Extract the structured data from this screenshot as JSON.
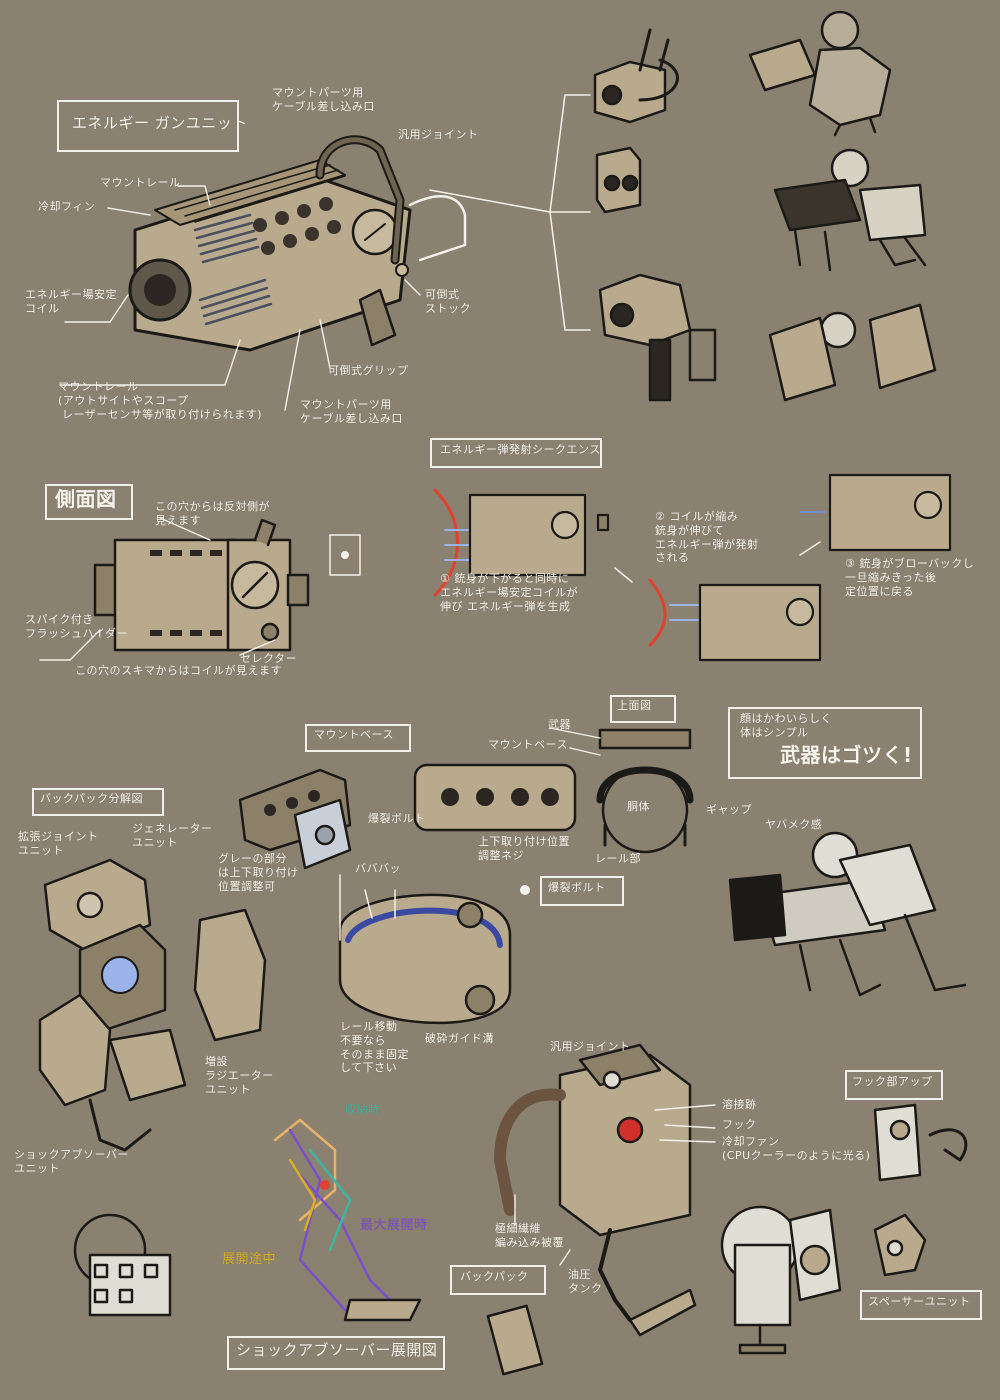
{
  "colors": {
    "paper": "#8b8170",
    "chalk": "#f4f1ea",
    "ink": "#1c1a17",
    "metal": "#b9a98d",
    "metal_dark": "#6f6450",
    "red": "#e0422d",
    "blue": "#9bb3e8",
    "teal": "#3fb5a0",
    "purple": "#7b4fc9",
    "yellow": "#d9b020"
  },
  "gun": {
    "title": "エネルギー ガンユニット",
    "mount_parts_cable_top": "マウントパーツ用\nケーブル差し込み口",
    "universal_joint": "汎用ジョイント",
    "mount_rail": "マウントレール",
    "cooling_fin": "冷却フィン",
    "stabilizer_coil": "エネルギー場安定\nコイル",
    "folding_stock": "可倒式\nストック",
    "folding_grip": "可倒式グリップ",
    "mount_rail_bottom": "マウントレール\n(アウトサイトやスコープ\n レーザーセンサ等が取り付けられます)",
    "mount_parts_cable_bottom": "マウントパーツ用\nケーブル差し込み口"
  },
  "side_view": {
    "title": "側面図",
    "note_hole": "この穴からは反対側が\n見えます",
    "flash_hider": "スパイク付き\nフラッシュハイダー",
    "selector": "セレクター",
    "note_gap": "この穴のスキマからはコイルが見えます"
  },
  "sequence": {
    "title": "エネルギー弾発射シークエンス",
    "step1": "① 銃身が下がると同時に\nエネルギー場安定コイルが\n伸び エネルギー弾を生成",
    "step2": "② コイルが縮み\n銃身が伸びて\nエネルギー弾が発射\nされる",
    "step3": "③ 銃身がブローバックし\n一旦縮みきった後\n定位置に戻る"
  },
  "mount_base": {
    "title": "マウントベース",
    "explosive_bolt": "爆裂ボルト",
    "gray_part": "グレーの部分\nは上下取り付け\n位置調整可",
    "adjust_screw": "上下取り付け位置\n調整ネジ",
    "sfx": "バババッ",
    "rail_move": "レール移動\n不要なら\nそのまま固定\nして下さい",
    "breaker_guide": "破砕ガイド溝",
    "explosive_bolt_2": "爆裂ボルト"
  },
  "top_view": {
    "title": "上面図",
    "weapon": "武器",
    "mount_base": "マウントベース",
    "body": "胴体",
    "rail": "レール部"
  },
  "note": {
    "line1": "顔はかわいらしく\n体はシンプル",
    "line2": "武器はゴツく!",
    "gap": "ギャップ",
    "danger": "ヤバメク感"
  },
  "backpack_exploded": {
    "title": "バックパック分解図",
    "joint": "拡張ジョイント\nユニット",
    "generator": "ジェネレーター\nユニット",
    "radiator": "増設\nラジエーター\nユニット",
    "absorber": "ショックアブソーバー\nユニット"
  },
  "absorber_deploy": {
    "stowed": "収納時",
    "max": "最大展開時",
    "mid": "展開途中",
    "title": "ショックアブソーバー展開図"
  },
  "backpack": {
    "joint": "汎用ジョイント",
    "weld": "溶接跡",
    "hook": "フック",
    "fan": "冷却ファン\n(CPUクーラーのように光る)",
    "wire": "極細繊維\n編み込み被覆",
    "title": "バックパック",
    "tank": "油圧\nタンク"
  },
  "hook_up": {
    "title": "フック部アップ"
  },
  "spacer": {
    "title": "スペーサーユニット"
  }
}
